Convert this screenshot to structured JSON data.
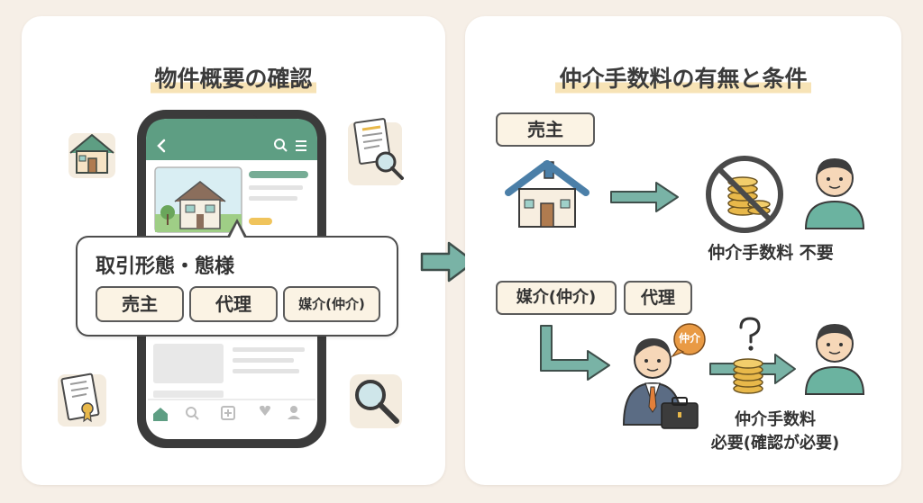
{
  "left_panel": {
    "title": "物件概要の確認",
    "popup": {
      "title": "取引形態・態様",
      "options": [
        "売主",
        "代理",
        "媒介(仲介)"
      ]
    }
  },
  "right_panel": {
    "title": "仲介手数料の有無と条件",
    "seller_case": {
      "label": "売主",
      "result": "仲介手数料 不要"
    },
    "broker_case": {
      "labels": [
        "媒介(仲介)",
        "代理"
      ],
      "speech_bubble": "仲介",
      "result_line1": "仲介手数料",
      "result_line2": "必要(確認が必要)"
    }
  },
  "colors": {
    "accent_green": "#5e9e83",
    "arrow_teal": "#79b3a6",
    "tag_fill": "#fbf3e4",
    "highlight": "#f7e3b6",
    "coin_gold": "#e8b84a",
    "speech_orange": "#e99a44"
  }
}
